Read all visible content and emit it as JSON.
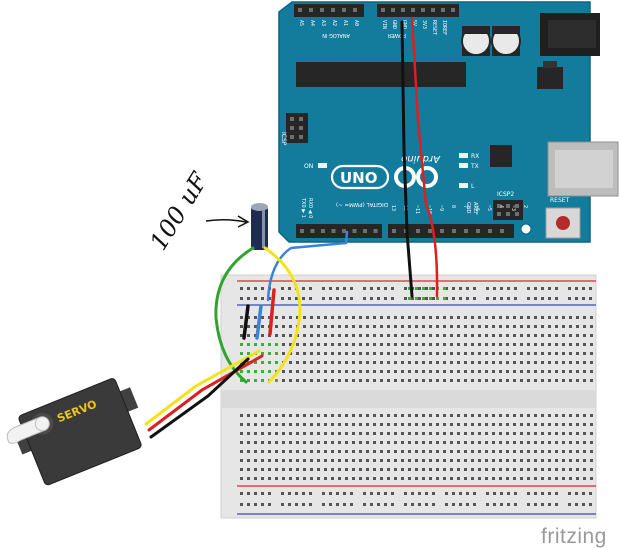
{
  "colors": {
    "board": "#137c9c",
    "board_edge": "#0d6480",
    "header": "#262626",
    "breadboard": "#e6e6e6",
    "rail_red": "#d82a2a",
    "rail_blue": "#3546c4",
    "hole": "#555555",
    "hole_green": "#33b233",
    "servo_body": "#3a3a3a",
    "servo_label": "#f0c418",
    "wire_black": "#111111",
    "wire_red": "#dd1f1f",
    "wire_yellow": "#f4e21a",
    "wire_green": "#2fa52f",
    "wire_blue": "#3c82d6",
    "capacitor": "#1e2c52"
  },
  "arduino": {
    "logo_text": "UNO",
    "brand_text": "Arduino",
    "on_label": "ON",
    "tx_label": "TX",
    "rx_label": "RX",
    "l_label": "L",
    "icsp_label": "ICSP",
    "icsp2_label": "ICSP2",
    "reset_label": "RESET",
    "aref_label": "AREF",
    "gnd_label": "GND",
    "digital_label": "DIGITAL (PWM= ~)",
    "tx_pin_label": "TX0 ▶ 1",
    "rx_pin_label": "RX0 ◀ 0",
    "power_label": "POWER",
    "analog_label": "ANALOG IN",
    "power_pins": [
      "VIN",
      "GND",
      "GND",
      "5V",
      "3V3",
      "RESET",
      "IOREF"
    ],
    "analog_pins": [
      "A5",
      "A4",
      "A3",
      "A2",
      "A1",
      "A0"
    ],
    "digital_pins": [
      "13",
      "12",
      "~11",
      "~10",
      "~9",
      "8",
      "7",
      "~6",
      "~5",
      "4",
      "~3",
      "2"
    ]
  },
  "servo": {
    "label": "SERVO"
  },
  "annotation": {
    "text": "100 uF"
  },
  "watermark": {
    "text": "fritzing"
  }
}
